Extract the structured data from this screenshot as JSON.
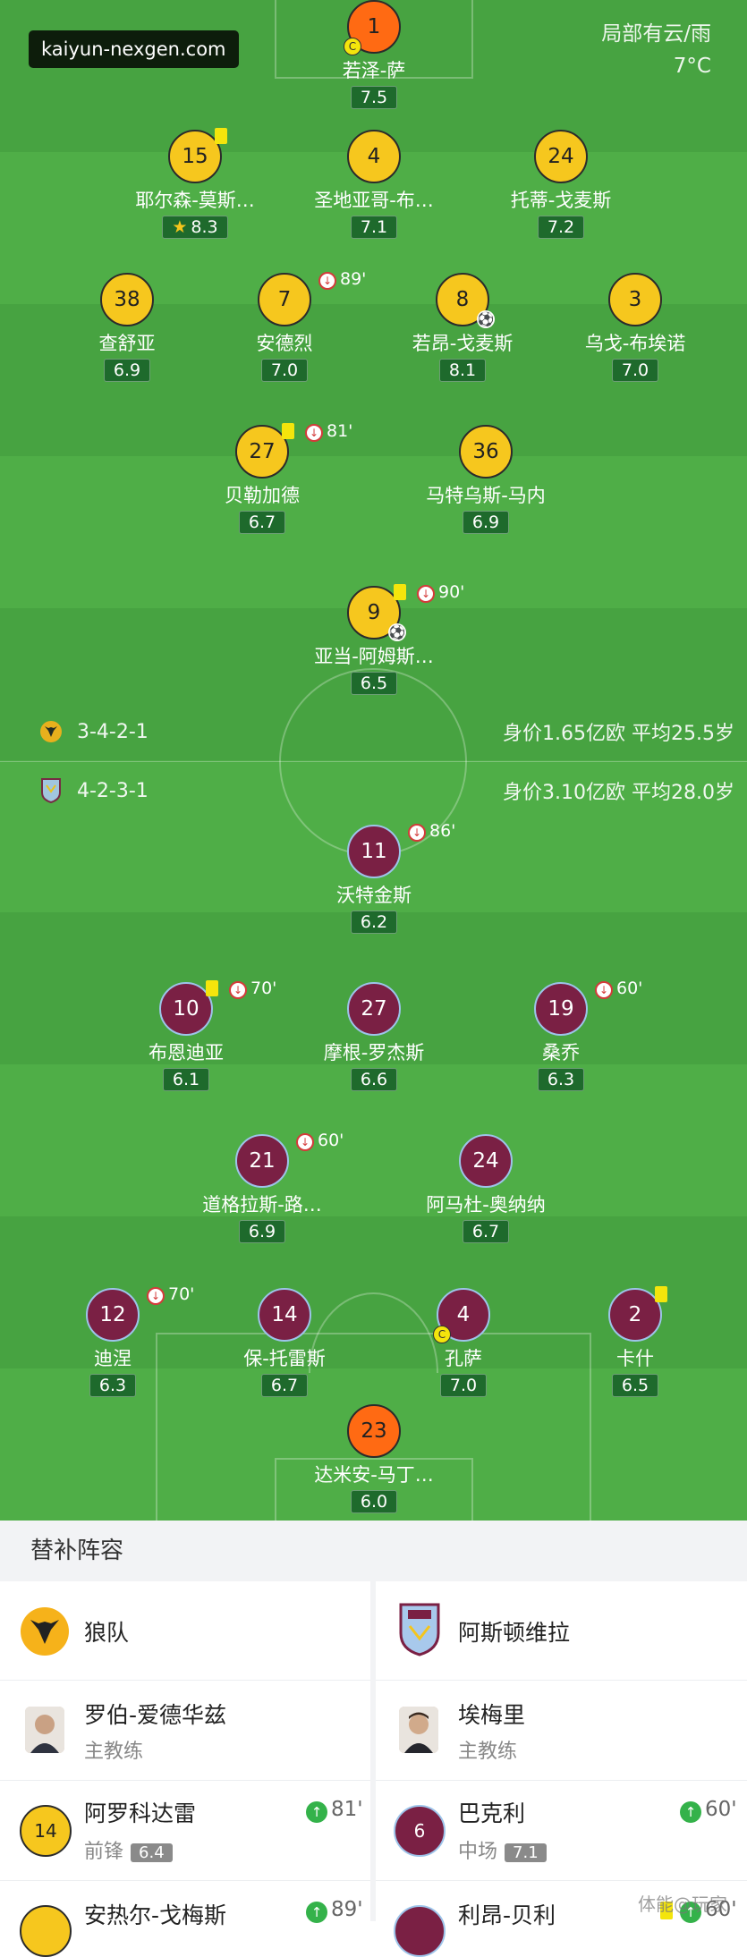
{
  "watermark": "kaiyun-nexgen.com",
  "weather": {
    "condition": "局部有云/雨",
    "temp": "7°C"
  },
  "home_team": {
    "formation": "3-4-2-1",
    "meta": "身价1.65亿欧  平均25.5岁",
    "players": [
      {
        "num": "1",
        "name": "若泽-萨",
        "rating": "7.5",
        "gk": true,
        "captain": true
      },
      {
        "num": "15",
        "name": "耶尔森-莫斯…",
        "rating": "8.3",
        "yellow": true,
        "star": true
      },
      {
        "num": "4",
        "name": "圣地亚哥-布…",
        "rating": "7.1"
      },
      {
        "num": "24",
        "name": "托蒂-戈麦斯",
        "rating": "7.2"
      },
      {
        "num": "38",
        "name": "查舒亚",
        "rating": "6.9"
      },
      {
        "num": "7",
        "name": "安德烈",
        "rating": "7.0",
        "sub": "89'"
      },
      {
        "num": "8",
        "name": "若昂-戈麦斯",
        "rating": "8.1",
        "goal": true
      },
      {
        "num": "3",
        "name": "乌戈-布埃诺",
        "rating": "7.0"
      },
      {
        "num": "27",
        "name": "贝勒加德",
        "rating": "6.7",
        "yellow": true,
        "sub": "81'"
      },
      {
        "num": "36",
        "name": "马特乌斯-马内",
        "rating": "6.9"
      },
      {
        "num": "9",
        "name": "亚当-阿姆斯…",
        "rating": "6.5",
        "yellow": true,
        "sub": "90'",
        "goal": true
      }
    ]
  },
  "away_team": {
    "formation": "4-2-3-1",
    "meta": "身价3.10亿欧  平均28.0岁",
    "players": [
      {
        "num": "11",
        "name": "沃特金斯",
        "rating": "6.2",
        "sub": "86'"
      },
      {
        "num": "10",
        "name": "布恩迪亚",
        "rating": "6.1",
        "yellow": true,
        "sub": "70'"
      },
      {
        "num": "27",
        "name": "摩根-罗杰斯",
        "rating": "6.6"
      },
      {
        "num": "19",
        "name": "桑乔",
        "rating": "6.3",
        "sub": "60'"
      },
      {
        "num": "21",
        "name": "道格拉斯-路…",
        "rating": "6.9",
        "sub": "60'"
      },
      {
        "num": "24",
        "name": "阿马杜-奥纳纳",
        "rating": "6.7"
      },
      {
        "num": "12",
        "name": "迪涅",
        "rating": "6.3",
        "sub": "70'"
      },
      {
        "num": "14",
        "name": "保-托雷斯",
        "rating": "6.7"
      },
      {
        "num": "4",
        "name": "孔萨",
        "rating": "7.0",
        "captain": true
      },
      {
        "num": "2",
        "name": "卡什",
        "rating": "6.5",
        "yellow": true
      },
      {
        "num": "23",
        "name": "达米安-马丁…",
        "rating": "6.0",
        "gk": true
      }
    ]
  },
  "bench": {
    "title": "替补阵容",
    "home": {
      "team_name": "狼队",
      "coach": {
        "name": "罗伯-爱德华兹",
        "role": "主教练"
      },
      "subs": [
        {
          "num": "14",
          "name": "阿罗科达雷",
          "position": "前锋",
          "rating": "6.4",
          "time": "81'"
        },
        {
          "num": "",
          "name": "安热尔-戈梅斯",
          "time": "89'"
        }
      ]
    },
    "away": {
      "team_name": "阿斯顿维拉",
      "coach": {
        "name": "埃梅里",
        "role": "主教练"
      },
      "subs": [
        {
          "num": "6",
          "name": "巴克利",
          "position": "中场",
          "rating": "7.1",
          "time": "60'"
        },
        {
          "num": "",
          "name": "利昂-贝利",
          "time": "60'"
        }
      ]
    }
  },
  "credit": "体能@玩家"
}
